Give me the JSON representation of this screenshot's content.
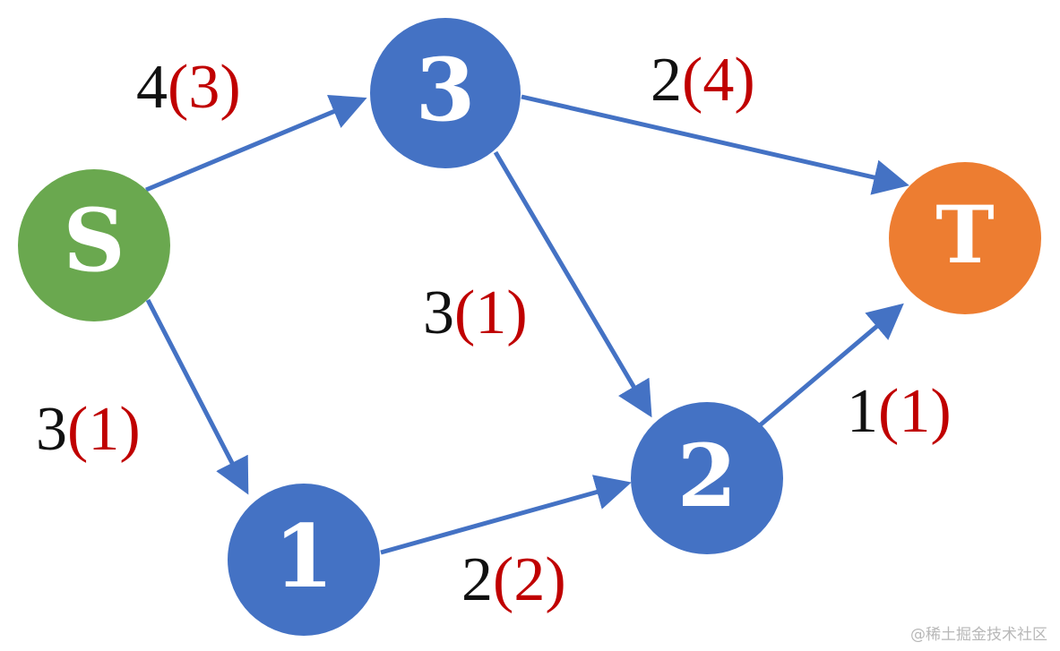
{
  "nodes": [
    {
      "id": "S",
      "label": "S",
      "color": "#6aa84f"
    },
    {
      "id": "3",
      "label": "3",
      "color": "#4472c4"
    },
    {
      "id": "1",
      "label": "1",
      "color": "#4472c4"
    },
    {
      "id": "2",
      "label": "2",
      "color": "#4472c4"
    },
    {
      "id": "T",
      "label": "T",
      "color": "#ed7d31"
    }
  ],
  "edges": [
    {
      "from": "S",
      "to": "3",
      "capacity": "4",
      "flow": "3"
    },
    {
      "from": "S",
      "to": "1",
      "capacity": "3",
      "flow": "1"
    },
    {
      "from": "3",
      "to": "T",
      "capacity": "2",
      "flow": "4"
    },
    {
      "from": "3",
      "to": "2",
      "capacity": "3",
      "flow": "1"
    },
    {
      "from": "1",
      "to": "2",
      "capacity": "2",
      "flow": "2"
    },
    {
      "from": "2",
      "to": "T",
      "capacity": "1",
      "flow": "1"
    }
  ],
  "edge_color": "#4472c4",
  "capacity_color": "#111111",
  "flow_color": "#c00000",
  "watermark": "@稀土掘金技术社区"
}
